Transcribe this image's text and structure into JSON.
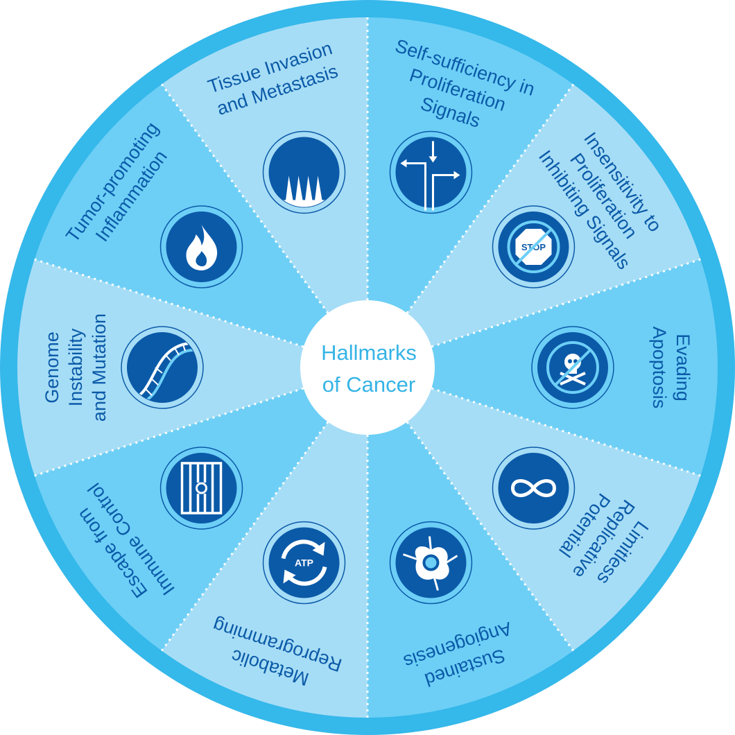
{
  "title": {
    "line1": "Hallmarks",
    "line2": "of Cancer"
  },
  "colors": {
    "ring": "#35b8ea",
    "light": "#a6ddf6",
    "mid": "#6dcff6",
    "icon": "#0b5aa8",
    "text": "#0b5aa8",
    "center_text": "#36b4e6"
  },
  "segments": [
    {
      "lines": [
        "Self-sufficiency in",
        "Proliferation",
        "Signals"
      ],
      "icon": "branching-arrows-icon"
    },
    {
      "lines": [
        "Insensitivity to",
        "Proliferation",
        "Inhibiting Signals"
      ],
      "icon": "stop-sign-icon",
      "icon_text": "STOP"
    },
    {
      "lines": [
        "Evading",
        "Apoptosis"
      ],
      "icon": "skull-crossbones-icon"
    },
    {
      "lines": [
        "Limitless",
        "Replicative",
        "Potential"
      ],
      "icon": "infinity-icon"
    },
    {
      "lines": [
        "Sustained",
        "Angiogenesis"
      ],
      "icon": "blood-vessel-cell-icon"
    },
    {
      "lines": [
        "Metabolic",
        "Reprogramming"
      ],
      "icon": "atp-cycle-icon",
      "icon_text": "ATP"
    },
    {
      "lines": [
        "Escape from",
        "Immune Control"
      ],
      "icon": "prison-bars-icon"
    },
    {
      "lines": [
        "Genome",
        "Instability",
        "and Mutation"
      ],
      "icon": "dna-helix-icon"
    },
    {
      "lines": [
        "Tumor-promoting",
        "Inflammation"
      ],
      "icon": "flame-icon"
    },
    {
      "lines": [
        "Tissue Invasion",
        "and Metastasis"
      ],
      "icon": "invasion-spikes-icon"
    }
  ]
}
